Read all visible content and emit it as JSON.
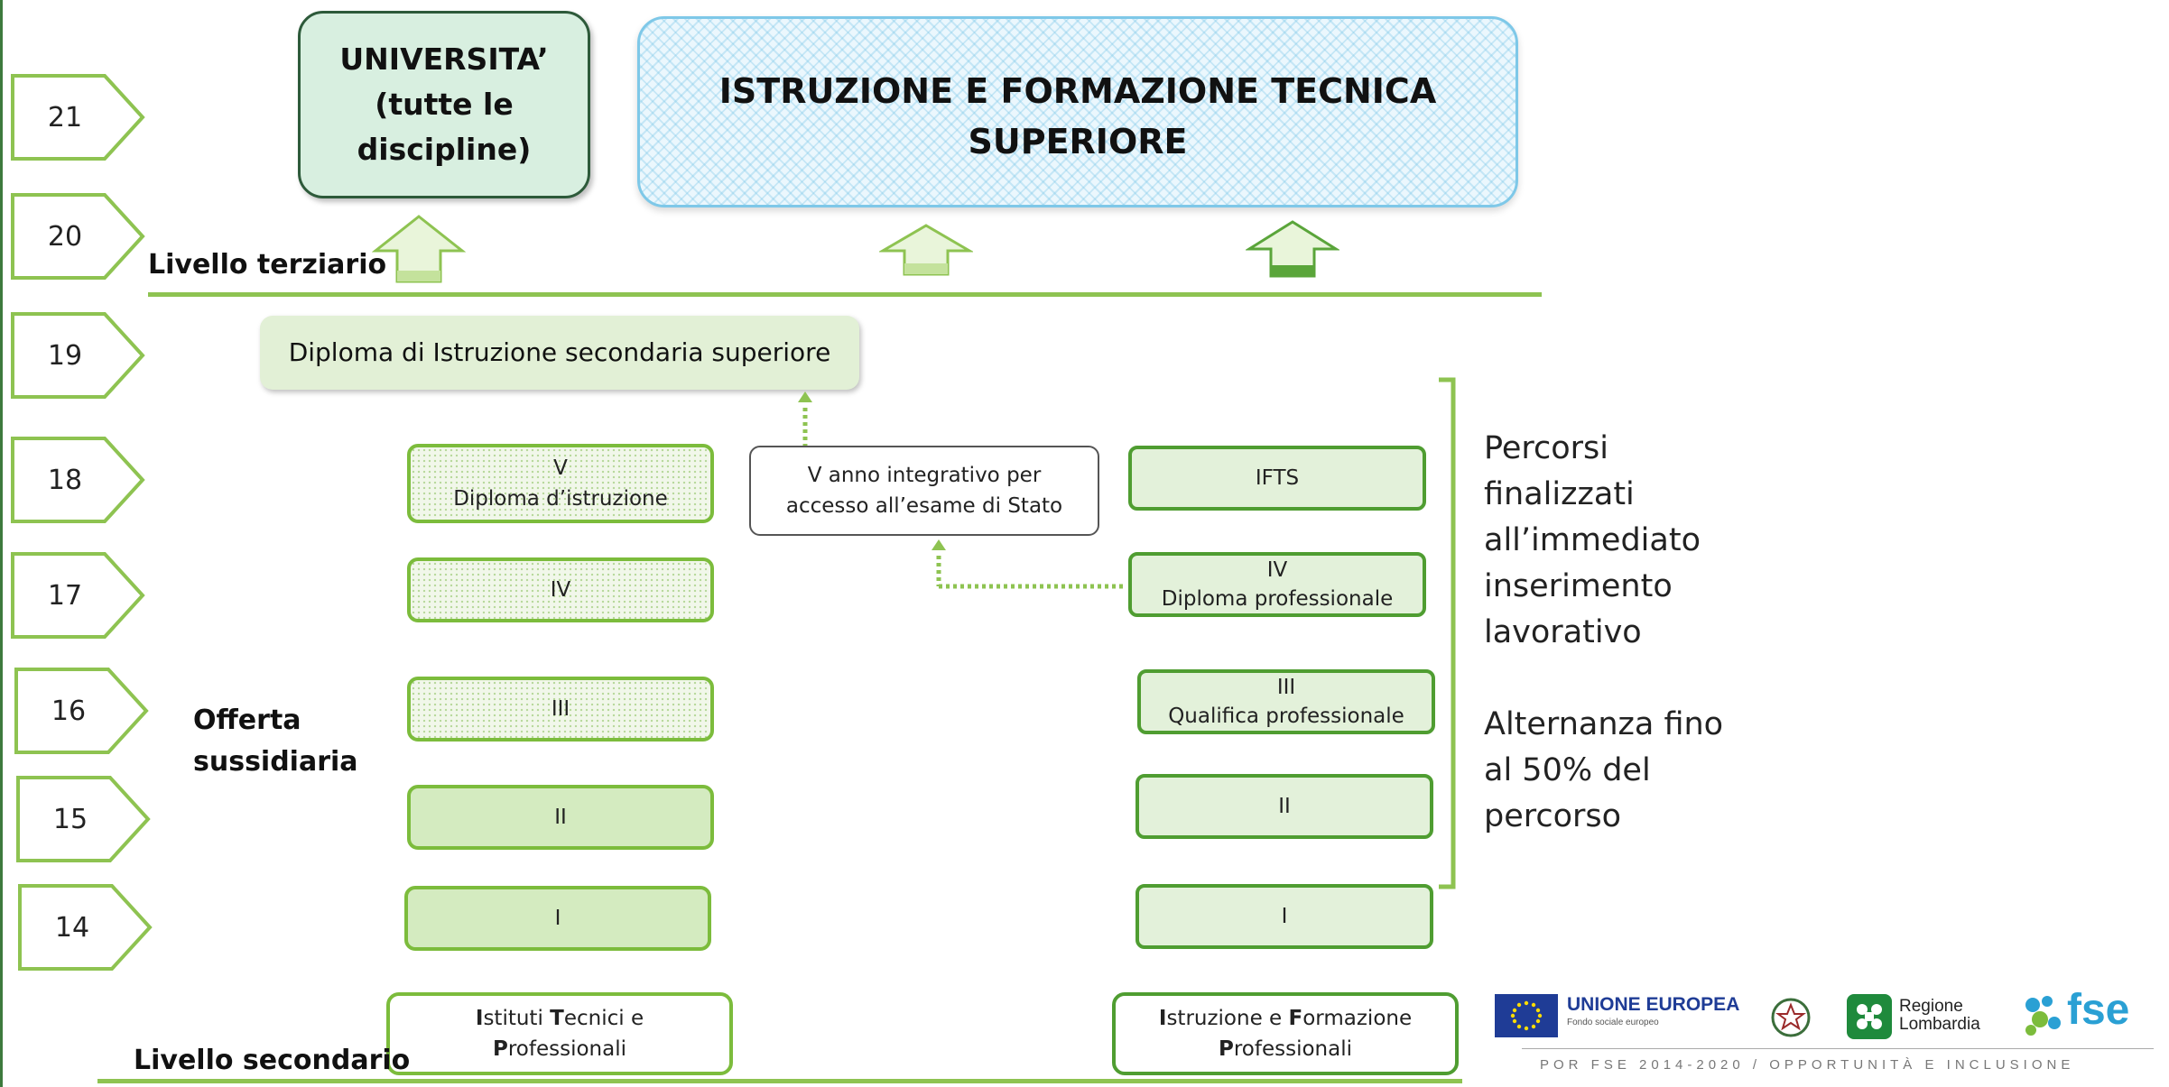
{
  "ages": [
    "21",
    "20",
    "19",
    "18",
    "17",
    "16",
    "15",
    "14"
  ],
  "tertiary": {
    "level_label": "Livello terziario",
    "university_lines": [
      "UNIVERSITA’",
      "(tutte le",
      "discipline)"
    ],
    "its_lines": [
      "ISTRUZIONE E FORMAZIONE TECNICA",
      "SUPERIORE"
    ]
  },
  "diploma_box": "Diploma di Istruzione secondaria superiore",
  "integrative_box": [
    "V anno integrativo per",
    "accesso all’esame di Stato"
  ],
  "left_column": {
    "y5": [
      "V",
      "Diploma d’istruzione"
    ],
    "y4": "IV",
    "y3": "III",
    "y2": "II",
    "y1": "I",
    "base_line1_parts": [
      "I",
      "stituti ",
      "T",
      "ecnici e"
    ],
    "base_line2_parts": [
      "P",
      "rofessionali"
    ]
  },
  "right_column": {
    "ifts": "IFTS",
    "y4": [
      "IV",
      "Diploma professionale"
    ],
    "y3": [
      "III",
      "Qualifica professionale"
    ],
    "y2": "II",
    "y1": "I",
    "base_line1_parts": [
      "I",
      "struzione e ",
      "F",
      "ormazione"
    ],
    "base_line2_parts": [
      "P",
      "rofessionali"
    ]
  },
  "offerta_lines": [
    "Offerta",
    "sussidiaria"
  ],
  "secondary_level_label": "Livello secondario",
  "side_text": {
    "para1": [
      "Percorsi",
      "finalizzati",
      "all’immediato",
      "inserimento",
      "lavorativo"
    ],
    "para2": [
      "Alternanza fino",
      "al 50% del",
      "percorso"
    ]
  },
  "logos": {
    "eu_title": "UNIONE EUROPEA",
    "eu_sub": "Fondo sociale europeo",
    "regione_line1": "Regione",
    "regione_line2": "Lombardia",
    "fse": "fse",
    "footer_strip": "POR FSE 2014-2020 / OPPORTUNITÀ E INCLUSIONE"
  },
  "colors": {
    "green_accent": "#7cbc3c",
    "green_dark": "#4f9d31",
    "university_fill": "#d8efe0",
    "its_border": "#7ec8e8",
    "eu_blue": "#1f3c96",
    "fse_blue": "#2aa0d4",
    "lombardia_green": "#1f8a3c"
  }
}
